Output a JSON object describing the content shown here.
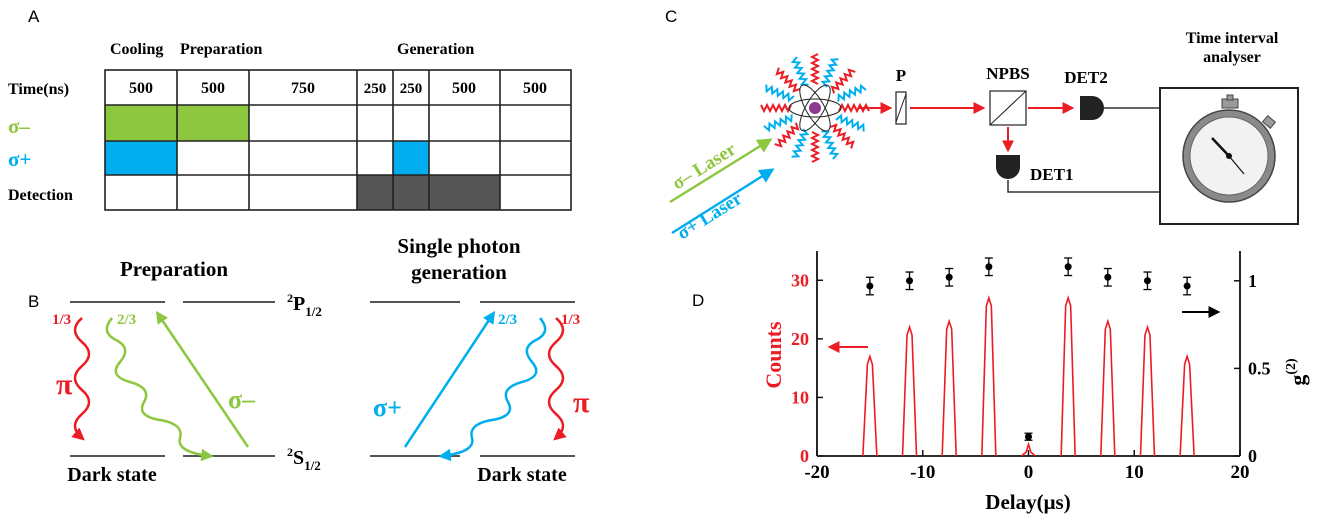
{
  "panels": {
    "a": {
      "letter": "A"
    },
    "b": {
      "letter": "B"
    },
    "c": {
      "letter": "C"
    },
    "d": {
      "letter": "D"
    }
  },
  "timing_table": {
    "group_labels": {
      "cooling": "Cooling",
      "preparation": "Preparation",
      "generation": "Generation"
    },
    "row_labels": {
      "time": "Time(ns)",
      "sigma_minus": "σ–",
      "sigma_plus": "σ+",
      "detection": "Detection"
    },
    "durations": [
      "500",
      "500",
      "750",
      "250",
      "250",
      "500",
      "500"
    ],
    "sigma_minus_on": [
      true,
      true,
      false,
      false,
      false,
      false,
      false
    ],
    "sigma_plus_on": [
      true,
      false,
      false,
      false,
      true,
      false,
      false
    ],
    "detection_on": [
      false,
      false,
      false,
      true,
      true,
      true,
      false
    ],
    "colors": {
      "sigma_minus": "#8dc63f",
      "sigma_plus": "#00aeef",
      "detection": "#555555"
    }
  },
  "level_diagram": {
    "preparation_title": "Preparation",
    "generation_title_line1": "Single photon",
    "generation_title_line2": "generation",
    "upper_level": {
      "main": "P",
      "sup": "2",
      "sub": "1/2"
    },
    "lower_level": {
      "main": "S",
      "sup": "2",
      "sub": "1/2"
    },
    "left": {
      "fraction_red": "1/3",
      "fraction_green": "2/3",
      "pi_label": "π",
      "drive_label": "σ–",
      "dark_state": "Dark state"
    },
    "right": {
      "fraction_blue": "2/3",
      "fraction_red": "1/3",
      "pi_label": "π",
      "drive_label": "σ+",
      "dark_state": "Dark state"
    },
    "colors": {
      "red": "#ec1c24",
      "green": "#8dc63f",
      "blue": "#00aeef"
    }
  },
  "setup": {
    "polarizer": "P",
    "beamsplitter": "NPBS",
    "det2": "DET2",
    "det1": "DET1",
    "analyser_line1": "Time interval",
    "analyser_line2": "analyser",
    "laser_minus": "σ– Laser",
    "laser_plus": "σ+ Laser"
  },
  "chart_data": {
    "type": "line",
    "xlabel": "Delay(μs)",
    "ylabel_left": "Counts",
    "ylabel_right_main": "g",
    "ylabel_right_sup": "(2)",
    "xlim": [
      -20,
      20
    ],
    "ylim_left": [
      0,
      35
    ],
    "ylim_right": [
      0,
      1.17
    ],
    "x_ticks": [
      "-20",
      "-10",
      "0",
      "10",
      "20"
    ],
    "y_left_ticks": [
      "0",
      "10",
      "20",
      "30"
    ],
    "y_right_ticks": [
      "0",
      "0.5",
      "1"
    ],
    "series": [
      {
        "axis": "left",
        "style": "peaks",
        "color": "#ec1c24",
        "x": [
          -15,
          -11.25,
          -7.5,
          -3.75,
          0,
          3.75,
          7.5,
          11.25,
          15
        ],
        "values": [
          17,
          22,
          23,
          27,
          2,
          27,
          23,
          22,
          17
        ]
      },
      {
        "axis": "right",
        "style": "points_with_errorbars",
        "color": "#000000",
        "x": [
          -15,
          -11.25,
          -7.5,
          -3.75,
          0,
          3.75,
          7.5,
          11.25,
          15
        ],
        "values": [
          0.97,
          1.0,
          1.02,
          1.08,
          0.11,
          1.08,
          1.02,
          1.0,
          0.97
        ],
        "errors": [
          0.05,
          0.05,
          0.05,
          0.05,
          0.02,
          0.05,
          0.05,
          0.05,
          0.05
        ]
      }
    ]
  }
}
